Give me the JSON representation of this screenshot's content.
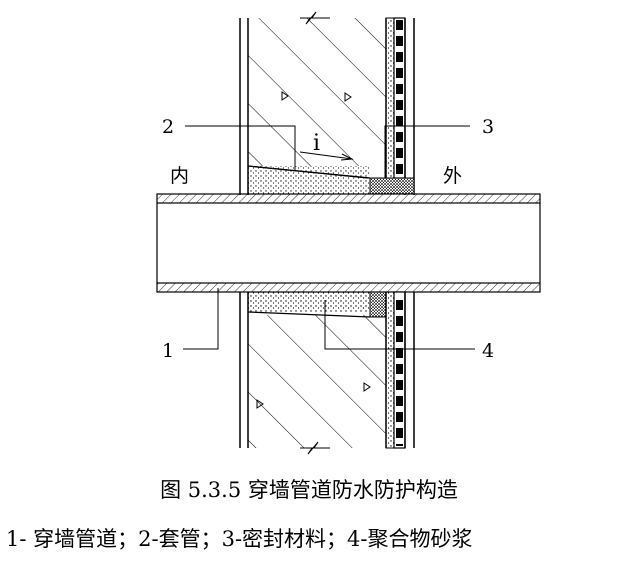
{
  "diagram": {
    "callouts": [
      "1",
      "2",
      "3",
      "4"
    ],
    "slope_label": "i",
    "side_inner": "内",
    "side_outer": "外"
  },
  "caption": {
    "title": "图 5.3.5  穿墙管道防水防护构造",
    "legend": "1-   穿墙管道；2-套管；3-密封材料；4-聚合物砂浆"
  }
}
